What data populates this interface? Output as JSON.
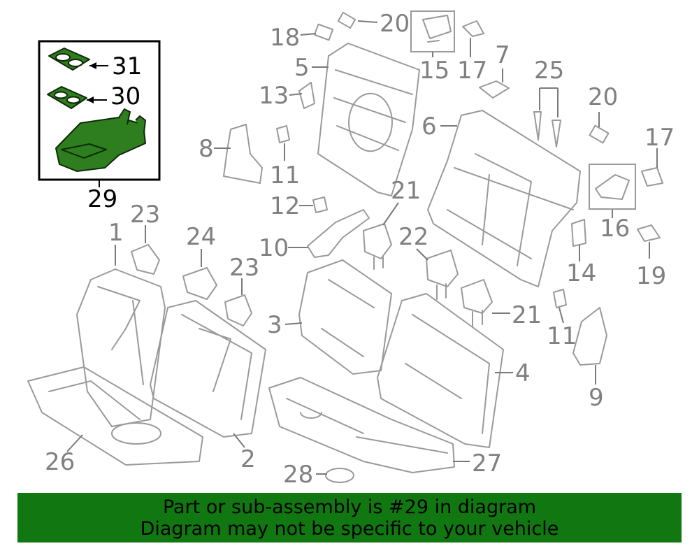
{
  "diagram": {
    "highlight_color": "#2e7d1e",
    "callouts": {
      "c1": "1",
      "c2": "2",
      "c3": "3",
      "c4": "4",
      "c5": "5",
      "c6": "6",
      "c7": "7",
      "c8": "8",
      "c9": "9",
      "c10": "10",
      "c11a": "11",
      "c11b": "11",
      "c12": "12",
      "c13": "13",
      "c14": "14",
      "c15": "15",
      "c16": "16",
      "c17a": "17",
      "c17b": "17",
      "c18": "18",
      "c19": "19",
      "c20a": "20",
      "c20b": "20",
      "c21a": "21",
      "c21b": "21",
      "c22": "22",
      "c23a": "23",
      "c23b": "23",
      "c24": "24",
      "c25": "25",
      "c26": "26",
      "c27": "27",
      "c28": "28",
      "c29": "29",
      "c30": "30",
      "c31": "31"
    }
  },
  "banner": {
    "color": "#117711",
    "line1": "Part or sub-assembly is #29 in diagram",
    "line2": "Diagram may not be specific to your vehicle"
  }
}
